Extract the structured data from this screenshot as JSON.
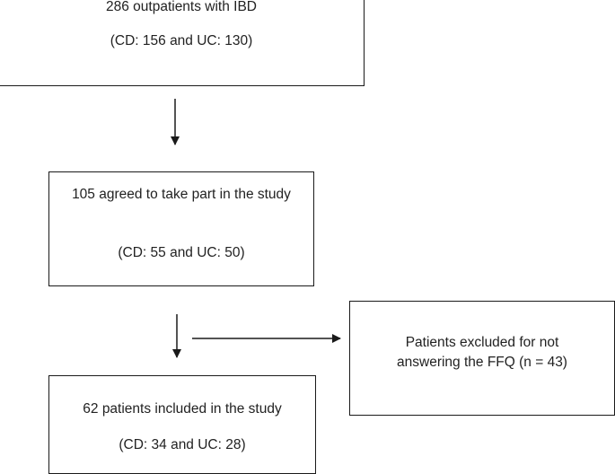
{
  "flowchart": {
    "boxes": [
      {
        "id": "enrolled",
        "line1": "286 outpatients with IBD",
        "line2": "(CD: 156 and UC: 130)"
      },
      {
        "id": "agreed",
        "line1": "105 agreed to take part in the study",
        "line2": "(CD: 55 and UC: 50)"
      },
      {
        "id": "included",
        "line1": "62 patients included in the study",
        "line2": "(CD: 34 and UC: 28)"
      },
      {
        "id": "excluded",
        "line1": "Patients excluded for not answering the FFQ (n = 43)"
      }
    ],
    "connections": [
      {
        "from": "enrolled",
        "to": "agreed"
      },
      {
        "from": "agreed",
        "to": "included"
      },
      {
        "from": "agreed",
        "to": "excluded"
      }
    ]
  }
}
